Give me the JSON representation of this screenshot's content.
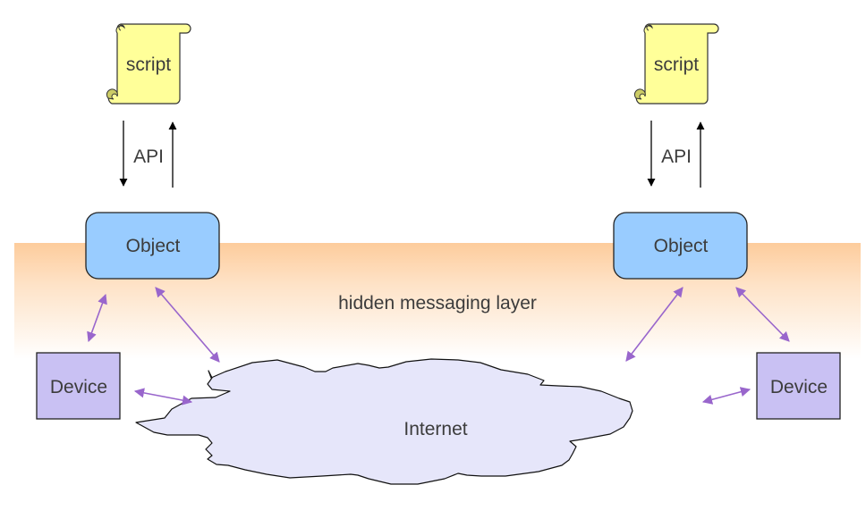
{
  "diagram": {
    "layer_label": "hidden messaging layer",
    "network_label": "Internet",
    "colors": {
      "script_fill": "#ffff99",
      "script_curl_fill": "#cccc66",
      "object_fill": "#99ccff",
      "device_fill": "#c9c1f3",
      "cloud_fill": "#e6e6fa",
      "layer_gradient_top": "#fdcfa0",
      "link_arrow": "#9966cc",
      "api_arrow": "#000000",
      "text": "#3c3c3c"
    },
    "stacks": [
      {
        "id": "left",
        "script_label": "script",
        "api_label": "API",
        "object_label": "Object",
        "device_label": "Device"
      },
      {
        "id": "right",
        "script_label": "script",
        "api_label": "API",
        "object_label": "Object",
        "device_label": "Device"
      }
    ],
    "links": [
      {
        "from": "left.object",
        "to": "left.device",
        "direction": "bidirectional"
      },
      {
        "from": "left.object",
        "to": "internet",
        "direction": "bidirectional"
      },
      {
        "from": "left.device",
        "to": "internet",
        "direction": "bidirectional"
      },
      {
        "from": "right.object",
        "to": "internet",
        "direction": "bidirectional"
      },
      {
        "from": "right.object",
        "to": "right.device",
        "direction": "bidirectional"
      },
      {
        "from": "right.device",
        "to": "internet",
        "direction": "bidirectional"
      },
      {
        "from": "left.script",
        "to": "left.object",
        "direction": "down",
        "label": "API"
      },
      {
        "from": "left.object",
        "to": "left.script",
        "direction": "up"
      },
      {
        "from": "right.script",
        "to": "right.object",
        "direction": "down",
        "label": "API"
      },
      {
        "from": "right.object",
        "to": "right.script",
        "direction": "up"
      }
    ]
  }
}
